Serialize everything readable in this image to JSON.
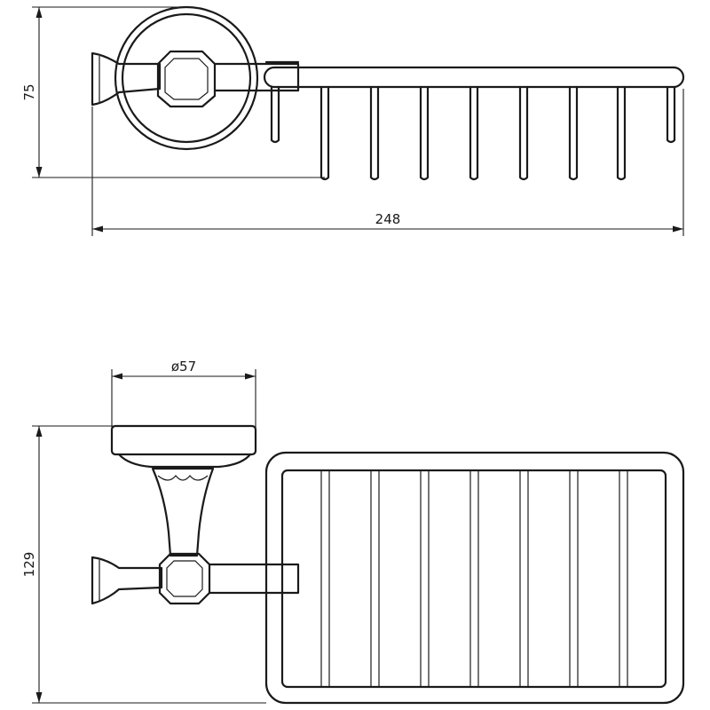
{
  "dimensions": {
    "depth": "75",
    "length": "248",
    "diameter": "ø57",
    "height": "129"
  }
}
